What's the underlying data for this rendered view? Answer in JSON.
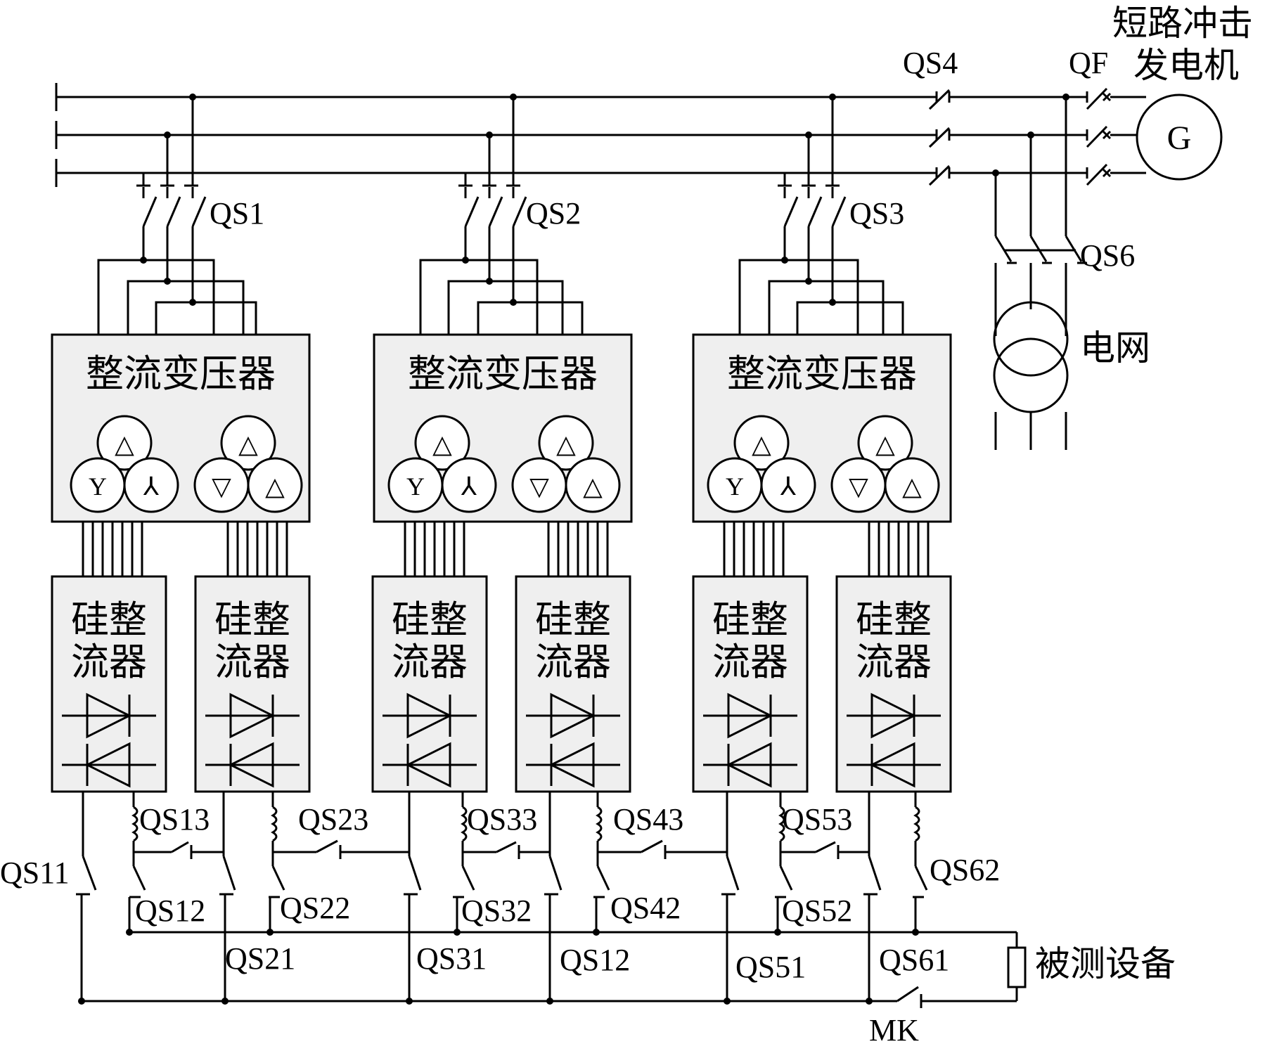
{
  "labels": {
    "generator_title_line1": "短路冲击",
    "generator_title_line2": "发电机",
    "generator_symbol": "G",
    "grid": "电网",
    "dut": "被测设备",
    "mk": "MK",
    "qs4": "QS4",
    "qf": "QF",
    "qs6": "QS6"
  },
  "units": [
    {
      "qs": "QS1",
      "transformer": "整流变压器",
      "rectifiers": [
        {
          "line1": "硅整",
          "line2": "流器"
        },
        {
          "line1": "硅整",
          "line2": "流器"
        }
      ]
    },
    {
      "qs": "QS2",
      "transformer": "整流变压器",
      "rectifiers": [
        {
          "line1": "硅整",
          "line2": "流器"
        },
        {
          "line1": "硅整",
          "line2": "流器"
        }
      ]
    },
    {
      "qs": "QS3",
      "transformer": "整流变压器",
      "rectifiers": [
        {
          "line1": "硅整",
          "line2": "流器"
        },
        {
          "line1": "硅整",
          "line2": "流器"
        }
      ]
    }
  ],
  "winding_symbols": {
    "left_group": [
      "△",
      "Y",
      "⅄"
    ],
    "right_group": [
      "△",
      "▽",
      "△"
    ]
  },
  "bottom_switches": {
    "top_row": [
      "QS13",
      "QS23",
      "QS33",
      "QS43",
      "QS53"
    ],
    "left_upper": "QS11",
    "upper_right": "QS62",
    "middle_row": [
      "QS12",
      "QS22",
      "QS32",
      "QS42",
      "QS52"
    ],
    "lower_row": [
      "QS21",
      "QS31",
      "QS12",
      "QS51",
      "QS61"
    ]
  }
}
